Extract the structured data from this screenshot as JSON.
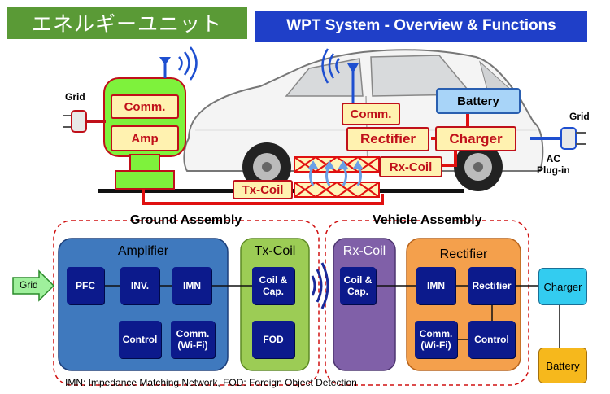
{
  "header": {
    "jp_title": "エネルギーユニット",
    "title": "WPT System - Overview & Functions"
  },
  "top": {
    "grid_left": "Grid",
    "grid_right": "Grid",
    "comm_ground": "Comm.",
    "amp": "Amp",
    "comm_vehicle": "Comm.",
    "rectifier": "Rectifier",
    "battery": "Battery",
    "charger": "Charger",
    "rx_coil": "Rx-Coil",
    "tx_coil": "Tx-Coil",
    "ac_plugin_line1": "AC",
    "ac_plugin_line2": "Plug-in"
  },
  "bottom": {
    "ground_assembly": "Ground Assembly",
    "vehicle_assembly": "Vehicle Assembly",
    "grid_arrow": "Grid",
    "amplifier": "Amplifier",
    "pfc": "PFC",
    "inv": "INV.",
    "imn": "IMN",
    "control": "Control",
    "comm_wifi_line1": "Comm.",
    "comm_wifi_line2": "(Wi-Fi)",
    "tx_coil": "Tx-Coil",
    "coil_cap_line1": "Coil &",
    "coil_cap_line2": "Cap.",
    "fod": "FOD",
    "rx_coil": "Rx-Coil",
    "rx_coil_cap_line1": "Coil &",
    "rx_coil_cap_line2": "Cap.",
    "rectifier_title": "Rectifier",
    "v_imn": "IMN",
    "v_rectifier": "Rectifier",
    "v_comm_line1": "Comm.",
    "v_comm_line2": "(Wi-Fi)",
    "v_control": "Control",
    "charger": "Charger",
    "battery": "Battery",
    "footnote": "IMN: Impedance Matching Network,  FOD: Foreign Object Detection"
  },
  "colors": {
    "header_green": "#5a9a36",
    "header_blue": "#1f3fc8",
    "amp_unit": "#7ef23c",
    "box_fill": "#fff2b0",
    "box_border": "#c0101a",
    "amplifier_bg": "#3f79be",
    "txcoil_bg": "#9ccc55",
    "rxcoil_bg": "#8060a8",
    "rectifier_bg": "#f4a04c",
    "charger_bg": "#33ccf0",
    "battery_bg": "#f6b81c",
    "module_fill": "#0c1a8c"
  }
}
